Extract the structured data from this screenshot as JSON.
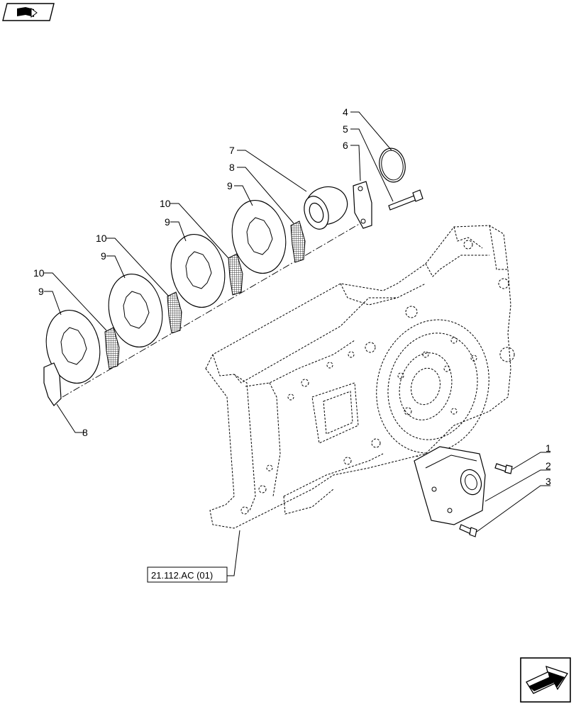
{
  "callouts": [
    "1",
    "2",
    "3",
    "4",
    "5",
    "6",
    "7",
    "8",
    "9",
    "10",
    "9",
    "10",
    "9",
    "10",
    "9",
    "8"
  ],
  "reference": "21.112.AC (01)",
  "icons": {
    "top_left": "book-arrow-icon",
    "bottom_right": "next-page-arrow-icon"
  }
}
